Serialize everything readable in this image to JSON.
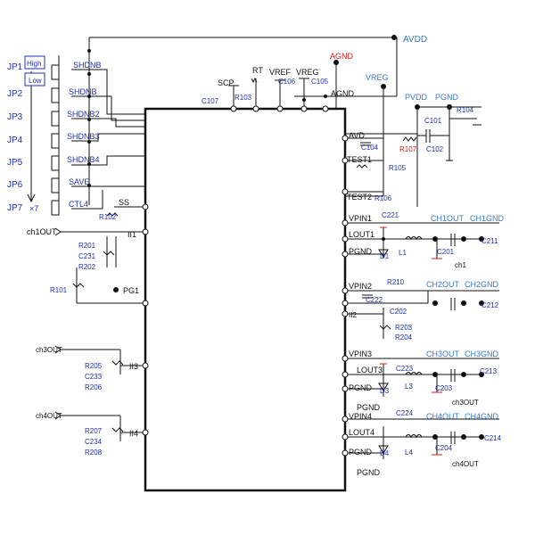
{
  "supply_labels": {
    "avdd": "AVDD",
    "agnd": "AGND",
    "vreg": "VREG",
    "pvdd": "PVDD",
    "pgnd_top": "PGND"
  },
  "jumpers": {
    "labels": [
      "JP1",
      "JP2",
      "JP3",
      "JP4",
      "JP5",
      "JP6",
      "JP7"
    ],
    "nets": [
      "SHDNB",
      "SHDNB",
      "SHDNB2",
      "SHDNB3",
      "SHDNB4",
      "SAVE",
      "CTL4"
    ],
    "high": "High",
    "low": "Low",
    "count": "×7"
  },
  "top_pins": {
    "scp": "SCP",
    "rt": "RT",
    "vref": "VREF",
    "vreg": "VREG",
    "agnd": "AGND",
    "c107": "C107",
    "r103": "R103",
    "c106": "C106",
    "c105": "C105"
  },
  "right_labels": {
    "avd": "AVD",
    "c104": "C104",
    "test1": "TEST1",
    "test2": "TEST2",
    "r105": "R105",
    "r106": "R106",
    "c101": "C101",
    "c102": "C102",
    "r104": "R104",
    "r107": "R107",
    "vpin1": "VPIN1",
    "c221": "C221",
    "lout1": "LOUT1",
    "pgnd1": "PGND",
    "d1": "D1",
    "l1": "L1",
    "ch1out": "CH1OUT",
    "ch1gnd": "CH1GND",
    "c201": "C201",
    "c211": "C211",
    "ch1": "ch1",
    "vpin2": "VPIN2",
    "r210": "R210",
    "ch2out": "CH2OUT",
    "ch2gnd": "CH2GND",
    "c222": "C222",
    "c202": "C202",
    "c212": "C212",
    "ii2": "II2",
    "r203": "R203",
    "r204": "R204",
    "vpin3": "VPIN3",
    "c223": "C223",
    "lout3": "LOUT3",
    "pgnd3": "PGND",
    "d3": "D3",
    "l3": "L3",
    "pgnd3b": "PGND",
    "ch3out": "CH3OUT",
    "ch3gnd": "CH3GND",
    "c203": "C203",
    "c213": "C213",
    "ch3out_s": "ch3OUT",
    "vpin4": "VPIN4",
    "c224": "C224",
    "lout4": "LOUT4",
    "pgnd4": "PGND",
    "d4": "D4",
    "l4": "L4",
    "pgnd4b": "PGND",
    "ch4out": "CH4OUT",
    "ch4gnd": "CH4GND",
    "c204": "C204",
    "c214": "C214",
    "ch4out_s": "ch4OUT"
  },
  "left_labels": {
    "ss": "SS",
    "r102": "R102",
    "ch1out_in": "ch1OUT",
    "ii1": "II1",
    "r201": "R201",
    "c231": "C231",
    "r202": "R202",
    "r101": "R101",
    "pg1": "PG1",
    "ch3out_in": "ch3OUT",
    "ii3": "II3",
    "r205": "R205",
    "c233": "C233",
    "r206": "R206",
    "ch4out_in": "ch4OUT",
    "ii4": "II4",
    "r207": "R207",
    "c234": "C234",
    "r208": "R208"
  }
}
